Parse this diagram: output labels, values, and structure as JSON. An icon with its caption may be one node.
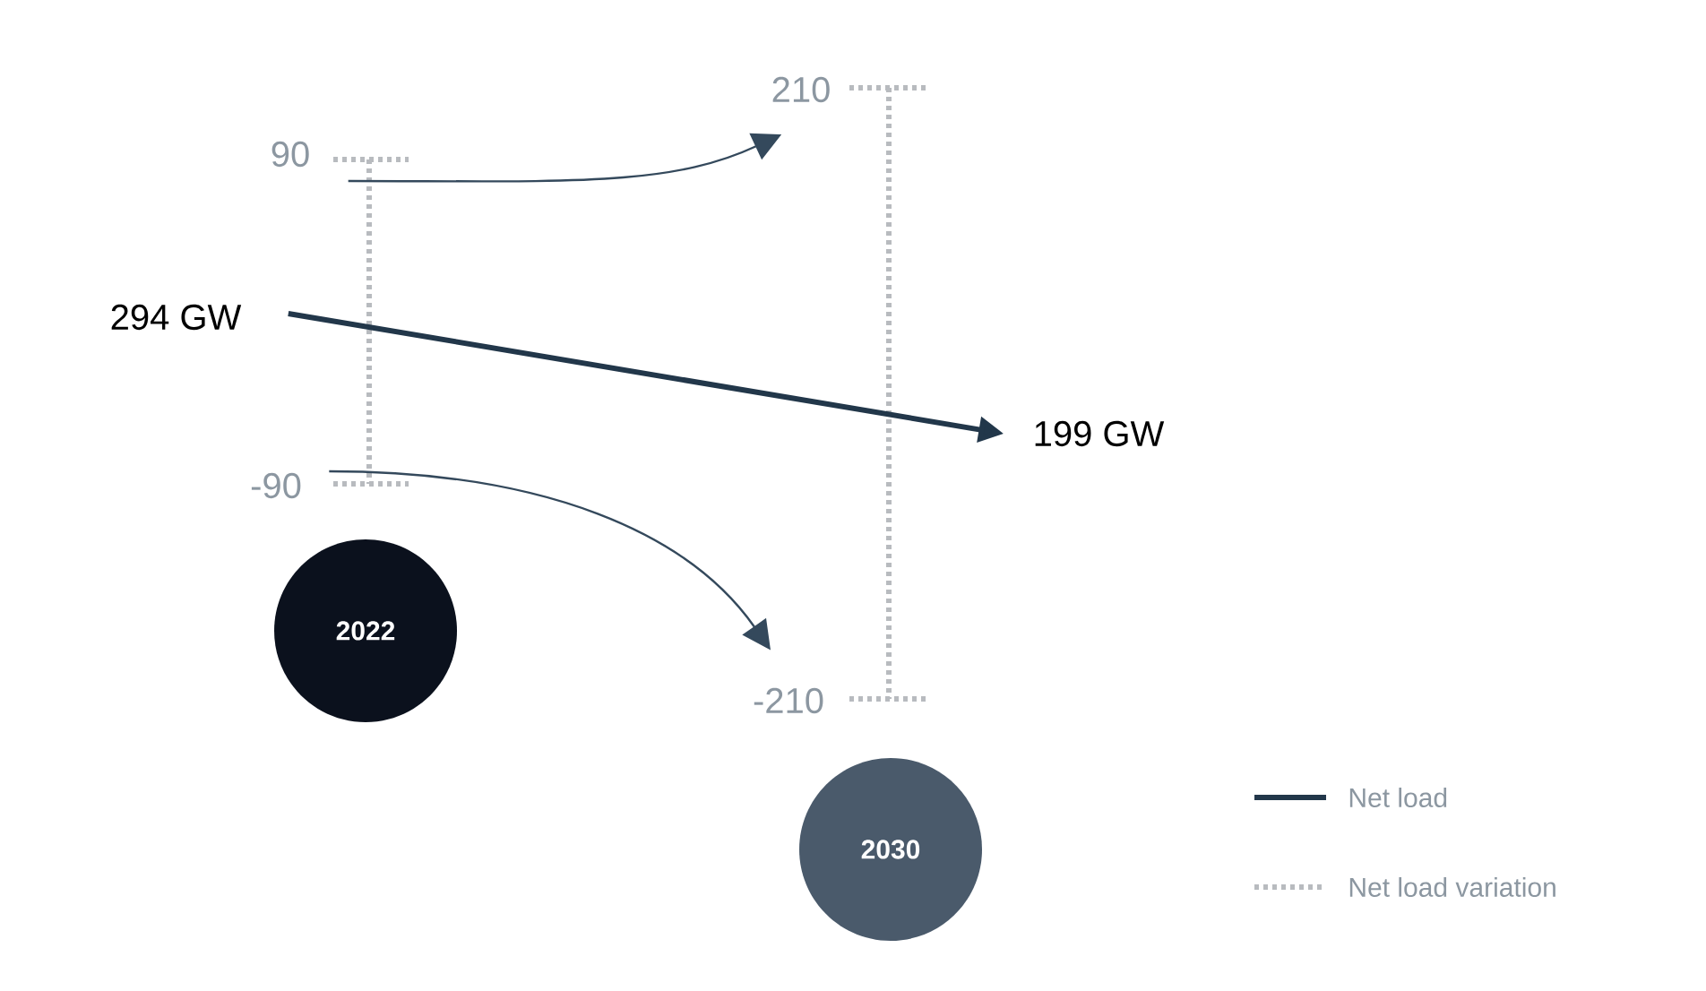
{
  "diagram": {
    "nodes": [
      {
        "text": [
          "90"
        ]
      },
      {
        "text": [
          "210"
        ]
      },
      {
        "text": [
          "294 GW"
        ]
      },
      {
        "text": [
          "199 GW"
        ]
      },
      {
        "text": [
          "-90"
        ]
      },
      {
        "text": [
          "-210"
        ]
      },
      {
        "text": [
          "2022"
        ]
      },
      {
        "text": [
          "2030"
        ]
      }
    ],
    "edges": [
      {
        "from": 0,
        "to": 1,
        "arrow": "to"
      },
      {
        "from": 2,
        "to": 3,
        "arrow": "to",
        "style": "thick"
      },
      {
        "from": 4,
        "to": 5,
        "arrow": "to"
      }
    ],
    "legend": [
      {
        "text": "Net load"
      },
      {
        "text": "Net load variation"
      }
    ]
  }
}
